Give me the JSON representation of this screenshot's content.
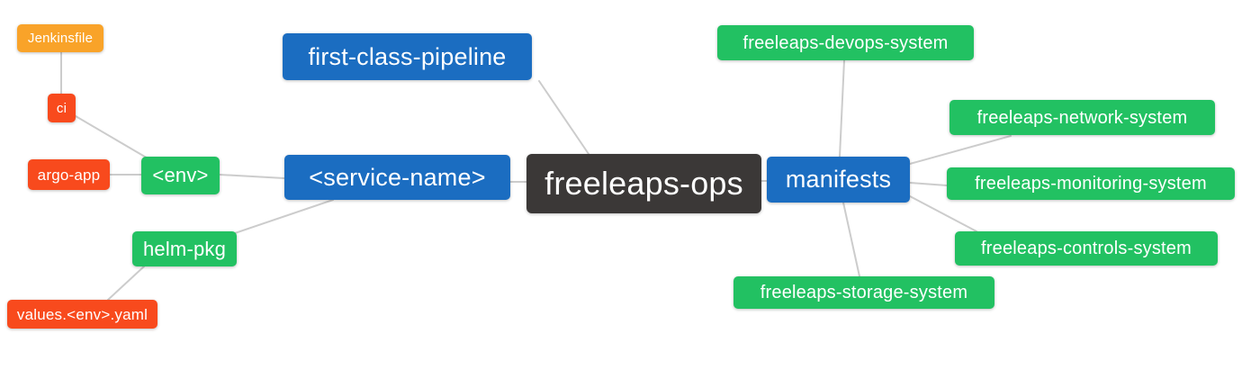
{
  "palette": {
    "amber": "#f9a329",
    "red": "#f84a1d",
    "green": "#22c162",
    "blue": "#1b6dc1",
    "dark": "#3b3837",
    "edge": "#cccccc",
    "background": "#ffffff",
    "text": "#ffffff"
  },
  "nodes": {
    "jenkinsfile": {
      "label": "Jenkinsfile"
    },
    "ci": {
      "label": "ci"
    },
    "argo_app": {
      "label": "argo-app"
    },
    "env": {
      "label": "<env>"
    },
    "helm_pkg": {
      "label": "helm-pkg"
    },
    "values_env_yaml": {
      "label": "values.<env>.yaml"
    },
    "first_class_pipeline": {
      "label": "first-class-pipeline"
    },
    "service_name": {
      "label": "<service-name>"
    },
    "freeleaps_ops": {
      "label": "freeleaps-ops"
    },
    "manifests": {
      "label": "manifests"
    },
    "devops_system": {
      "label": "freeleaps-devops-system"
    },
    "network_system": {
      "label": "freeleaps-network-system"
    },
    "monitoring_system": {
      "label": "freeleaps-monitoring-system"
    },
    "controls_system": {
      "label": "freeleaps-controls-system"
    },
    "storage_system": {
      "label": "freeleaps-storage-system"
    }
  },
  "edges": [
    {
      "from": "jenkinsfile",
      "to": "ci"
    },
    {
      "from": "ci",
      "to": "env"
    },
    {
      "from": "argo_app",
      "to": "env"
    },
    {
      "from": "env",
      "to": "service_name"
    },
    {
      "from": "service_name",
      "to": "helm_pkg"
    },
    {
      "from": "helm_pkg",
      "to": "values_env_yaml"
    },
    {
      "from": "first_class_pipeline",
      "to": "freeleaps_ops"
    },
    {
      "from": "service_name",
      "to": "freeleaps_ops"
    },
    {
      "from": "freeleaps_ops",
      "to": "manifests"
    },
    {
      "from": "manifests",
      "to": "devops_system"
    },
    {
      "from": "manifests",
      "to": "network_system"
    },
    {
      "from": "manifests",
      "to": "monitoring_system"
    },
    {
      "from": "manifests",
      "to": "controls_system"
    },
    {
      "from": "manifests",
      "to": "storage_system"
    }
  ]
}
